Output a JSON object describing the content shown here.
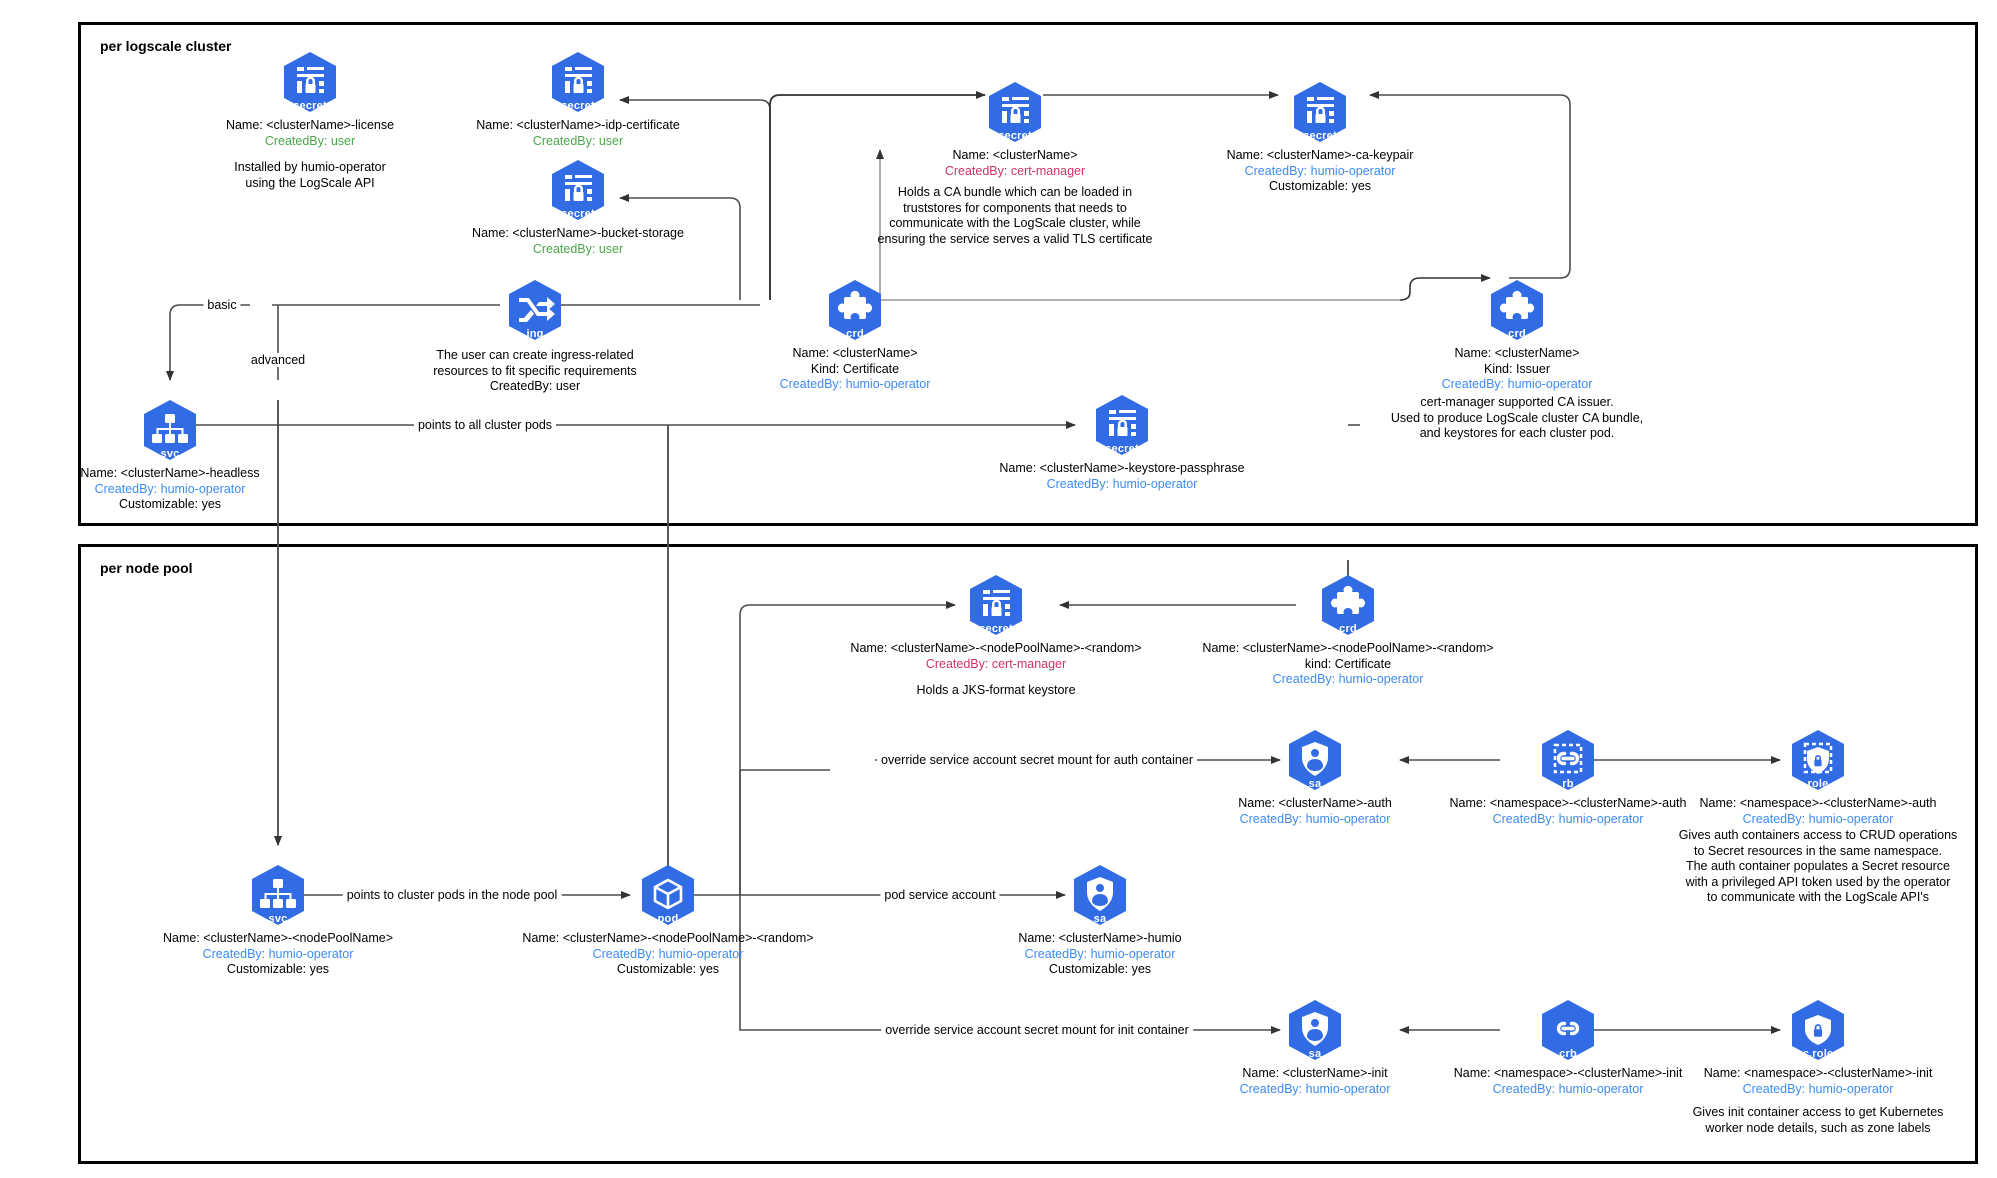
{
  "groups": [
    {
      "id": "cluster",
      "title": "per logscale cluster"
    },
    {
      "id": "nodepool",
      "title": "per node pool"
    }
  ],
  "colors": {
    "k8s_blue": "#326ce5",
    "created_by_user": "#4aa74a",
    "created_by_operator": "#3d8bf2",
    "created_by_certmanager": "#cc3366",
    "border": "#000000",
    "wire": "#4d4d4d"
  },
  "nodes": [
    {
      "id": "secret-license",
      "icon": "secret-icon",
      "kind": "secret",
      "lines": [
        {
          "text": "Name: <clusterName>-license",
          "style": "plain"
        },
        {
          "text": "CreatedBy: user",
          "style": "user"
        }
      ]
    },
    {
      "id": "secret-idp-certificate",
      "icon": "secret-icon",
      "kind": "secret",
      "lines": [
        {
          "text": "Name: <clusterName>-idp-certificate",
          "style": "plain"
        },
        {
          "text": "CreatedBy: user",
          "style": "user"
        }
      ]
    },
    {
      "id": "secret-bucket-storage",
      "icon": "secret-icon",
      "kind": "secret",
      "lines": [
        {
          "text": "Name: <clusterName>-bucket-storage",
          "style": "plain"
        },
        {
          "text": "CreatedBy: user",
          "style": "user"
        }
      ]
    },
    {
      "id": "secret-ca-bundle",
      "icon": "secret-icon",
      "kind": "secret",
      "lines": [
        {
          "text": "Name: <clusterName>",
          "style": "plain"
        },
        {
          "text": "CreatedBy: cert-manager",
          "style": "certmanager"
        }
      ]
    },
    {
      "id": "secret-ca-keypair",
      "icon": "secret-icon",
      "kind": "secret",
      "lines": [
        {
          "text": "Name: <clusterName>-ca-keypair",
          "style": "plain"
        },
        {
          "text": "CreatedBy: humio-operator",
          "style": "operator"
        },
        {
          "text": "Customizable: yes",
          "style": "plain"
        }
      ]
    },
    {
      "id": "ingress",
      "icon": "ingress-icon",
      "kind": "ing",
      "lines": []
    },
    {
      "id": "crd-certificate-cluster",
      "icon": "crd-icon",
      "kind": "crd",
      "lines": [
        {
          "text": "Name: <clusterName>",
          "style": "plain"
        },
        {
          "text": "Kind: Certificate",
          "style": "plain"
        },
        {
          "text": "CreatedBy: humio-operator",
          "style": "operator"
        }
      ]
    },
    {
      "id": "crd-issuer",
      "icon": "crd-icon",
      "kind": "crd",
      "lines": [
        {
          "text": "Name: <clusterName>",
          "style": "plain"
        },
        {
          "text": "Kind: Issuer",
          "style": "plain"
        },
        {
          "text": "CreatedBy: humio-operator",
          "style": "operator"
        }
      ]
    },
    {
      "id": "svc-headless",
      "icon": "service-icon",
      "kind": "svc",
      "lines": [
        {
          "text": "Name: <clusterName>-headless",
          "style": "plain"
        },
        {
          "text": "CreatedBy: humio-operator",
          "style": "operator"
        },
        {
          "text": "Customizable: yes",
          "style": "plain"
        }
      ]
    },
    {
      "id": "secret-keystore-passphrase",
      "icon": "secret-icon",
      "kind": "secret",
      "lines": [
        {
          "text": "Name: <clusterName>-keystore-passphrase",
          "style": "plain"
        },
        {
          "text": "CreatedBy: humio-operator",
          "style": "operator"
        }
      ]
    },
    {
      "id": "secret-jks-keystore",
      "icon": "secret-icon",
      "kind": "secret",
      "lines": [
        {
          "text": "Name: <clusterName>-<nodePoolName>-<random>",
          "style": "plain"
        },
        {
          "text": "CreatedBy: cert-manager",
          "style": "certmanager"
        }
      ]
    },
    {
      "id": "crd-certificate-nodepool",
      "icon": "crd-icon",
      "kind": "crd",
      "lines": [
        {
          "text": "Name: <clusterName>-<nodePoolName>-<random>",
          "style": "plain"
        },
        {
          "text": "kind: Certificate",
          "style": "plain"
        },
        {
          "text": "CreatedBy: humio-operator",
          "style": "operator"
        }
      ]
    },
    {
      "id": "sa-auth",
      "icon": "service-account-icon",
      "kind": "sa",
      "lines": [
        {
          "text": "Name: <clusterName>-auth",
          "style": "plain"
        },
        {
          "text": "CreatedBy: humio-operator",
          "style": "operator"
        }
      ]
    },
    {
      "id": "rb-auth",
      "icon": "role-binding-icon",
      "kind": "rb",
      "lines": [
        {
          "text": "Name: <namespace>-<clusterName>-auth",
          "style": "plain"
        },
        {
          "text": "CreatedBy: humio-operator",
          "style": "operator"
        }
      ]
    },
    {
      "id": "role-auth",
      "icon": "role-icon",
      "kind": "role",
      "lines": [
        {
          "text": "Name: <namespace>-<clusterName>-auth",
          "style": "plain"
        },
        {
          "text": "CreatedBy: humio-operator",
          "style": "operator"
        }
      ]
    },
    {
      "id": "svc-nodepool",
      "icon": "service-icon",
      "kind": "svc",
      "lines": [
        {
          "text": "Name: <clusterName>-<nodePoolName>",
          "style": "plain"
        },
        {
          "text": "CreatedBy: humio-operator",
          "style": "operator"
        },
        {
          "text": "Customizable: yes",
          "style": "plain"
        }
      ]
    },
    {
      "id": "pod",
      "icon": "pod-icon",
      "kind": "pod",
      "lines": [
        {
          "text": "Name: <clusterName>-<nodePoolName>-<random>",
          "style": "plain"
        },
        {
          "text": "CreatedBy: humio-operator",
          "style": "operator"
        },
        {
          "text": "Customizable: yes",
          "style": "plain"
        }
      ]
    },
    {
      "id": "sa-humio",
      "icon": "service-account-icon",
      "kind": "sa",
      "lines": [
        {
          "text": "Name: <clusterName>-humio",
          "style": "plain"
        },
        {
          "text": "CreatedBy: humio-operator",
          "style": "operator"
        },
        {
          "text": "Customizable: yes",
          "style": "plain"
        }
      ]
    },
    {
      "id": "sa-init",
      "icon": "service-account-icon",
      "kind": "sa",
      "lines": [
        {
          "text": "Name: <clusterName>-init",
          "style": "plain"
        },
        {
          "text": "CreatedBy: humio-operator",
          "style": "operator"
        }
      ]
    },
    {
      "id": "crb-init",
      "icon": "cluster-role-binding-icon",
      "kind": "crb",
      "lines": [
        {
          "text": "Name: <namespace>-<clusterName>-init",
          "style": "plain"
        },
        {
          "text": "CreatedBy: humio-operator",
          "style": "operator"
        }
      ]
    },
    {
      "id": "crole-init",
      "icon": "cluster-role-icon",
      "kind": "c.role",
      "lines": [
        {
          "text": "Name: <namespace>-<clusterName>-init",
          "style": "plain"
        },
        {
          "text": "CreatedBy: humio-operator",
          "style": "operator"
        }
      ]
    }
  ],
  "notes": [
    {
      "id": "note-license",
      "lines": [
        "Installed by humio-operator",
        "using the LogScale API"
      ]
    },
    {
      "id": "note-ca-bundle",
      "lines": [
        "Holds a CA bundle which can be loaded in",
        "truststores for components that needs to",
        "communicate with the LogScale cluster, while",
        "ensuring the service serves a valid TLS certificate"
      ]
    },
    {
      "id": "note-ingress",
      "lines": [
        "The user can create ingress-related",
        "resources to fit specific requirements",
        "CreatedBy: user"
      ],
      "lastLineStyle": "user"
    },
    {
      "id": "note-issuer",
      "lines": [
        "cert-manager supported CA issuer.",
        "Used to produce LogScale cluster CA bundle,",
        "and keystores for each cluster pod."
      ]
    },
    {
      "id": "note-jks",
      "lines": [
        "Holds a JKS-format keystore"
      ]
    },
    {
      "id": "note-role-auth",
      "lines": [
        "Gives auth containers access to CRUD operations",
        "to Secret resources in the same namespace.",
        "The auth container populates a Secret resource",
        "with a privileged API token used by the operator",
        "to communicate with the LogScale API's"
      ]
    },
    {
      "id": "note-crole-init",
      "lines": [
        "Gives init container access to get Kubernetes",
        "worker node details, such as zone labels"
      ]
    }
  ],
  "edge_labels": [
    {
      "id": "edge-basic",
      "text": "basic"
    },
    {
      "id": "edge-advanced",
      "text": "advanced"
    },
    {
      "id": "edge-all-cluster-pods",
      "text": "points to all cluster pods"
    },
    {
      "id": "edge-nodepool-pods",
      "text": "points to cluster pods in the node pool"
    },
    {
      "id": "edge-auth-mount",
      "text": "override service account secret mount for auth container"
    },
    {
      "id": "edge-pod-sa",
      "text": "pod service account"
    },
    {
      "id": "edge-init-mount",
      "text": "override service account secret mount for init container"
    }
  ]
}
